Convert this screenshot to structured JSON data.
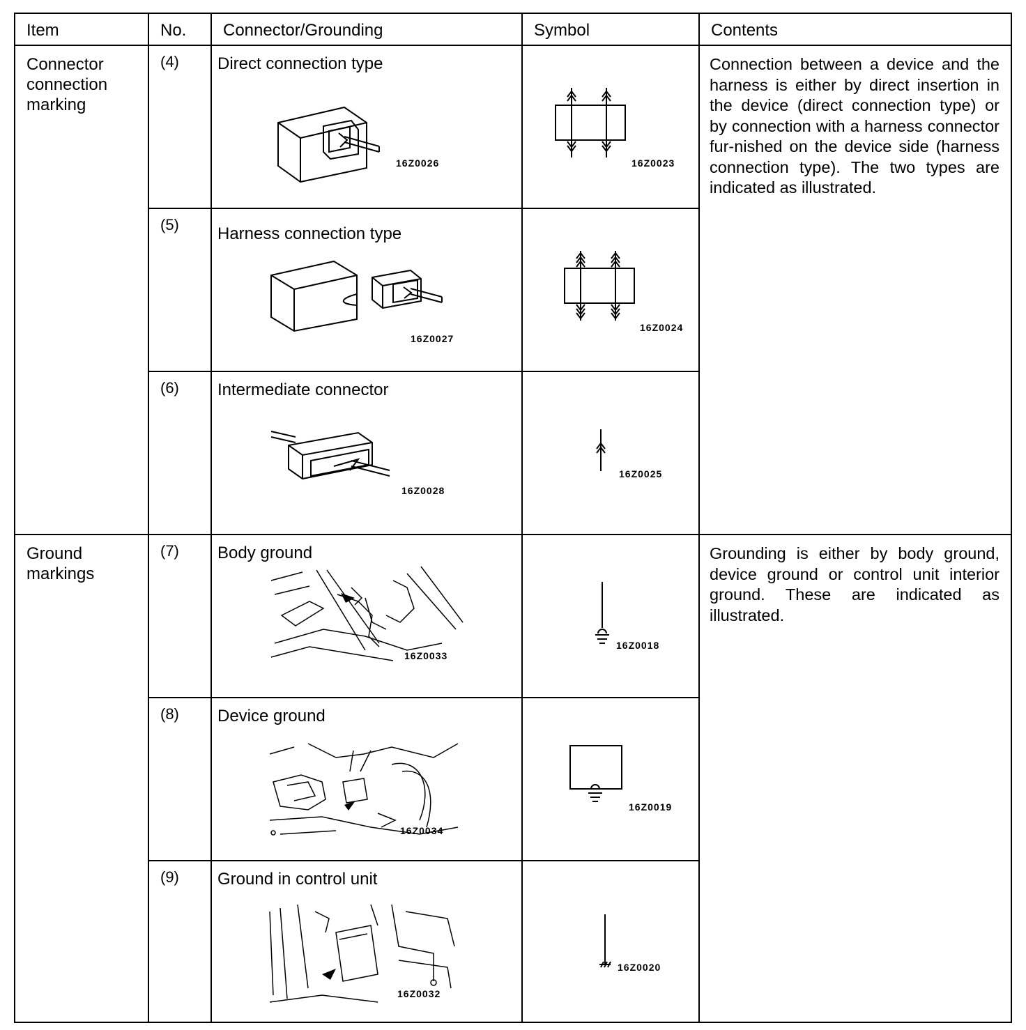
{
  "header": {
    "item": "Item",
    "no": "No.",
    "connector": "Connector/Grounding",
    "symbol": "Symbol",
    "contents": "Contents"
  },
  "groups": [
    {
      "item": "Connector connection marking",
      "contents": "Connection between a device and the harness is either by direct insertion in the device (direct connection type) or by connection with a harness connector fur-nished on the device side (harness connection type). The two types are indicated as illustrated.",
      "rows": [
        {
          "no": "(4)",
          "title": "Direct connection type",
          "fig": "16Z0026",
          "symbol_fig": "16Z0023"
        },
        {
          "no": "(5)",
          "title": "Harness connection type",
          "fig": "16Z0027",
          "symbol_fig": "16Z0024"
        },
        {
          "no": "(6)",
          "title": "Intermediate connector",
          "fig": "16Z0028",
          "symbol_fig": "16Z0025"
        }
      ]
    },
    {
      "item": "Ground markings",
      "contents": "Grounding is either by body ground, device ground or control unit interior ground. These are indicated as illustrated.",
      "rows": [
        {
          "no": "(7)",
          "title": "Body ground",
          "fig": "16Z0033",
          "symbol_fig": "16Z0018"
        },
        {
          "no": "(8)",
          "title": "Device ground",
          "fig": "16Z0034",
          "symbol_fig": "16Z0019"
        },
        {
          "no": "(9)",
          "title": "Ground in control unit",
          "fig": "16Z0032",
          "symbol_fig": "16Z0020"
        }
      ]
    }
  ]
}
